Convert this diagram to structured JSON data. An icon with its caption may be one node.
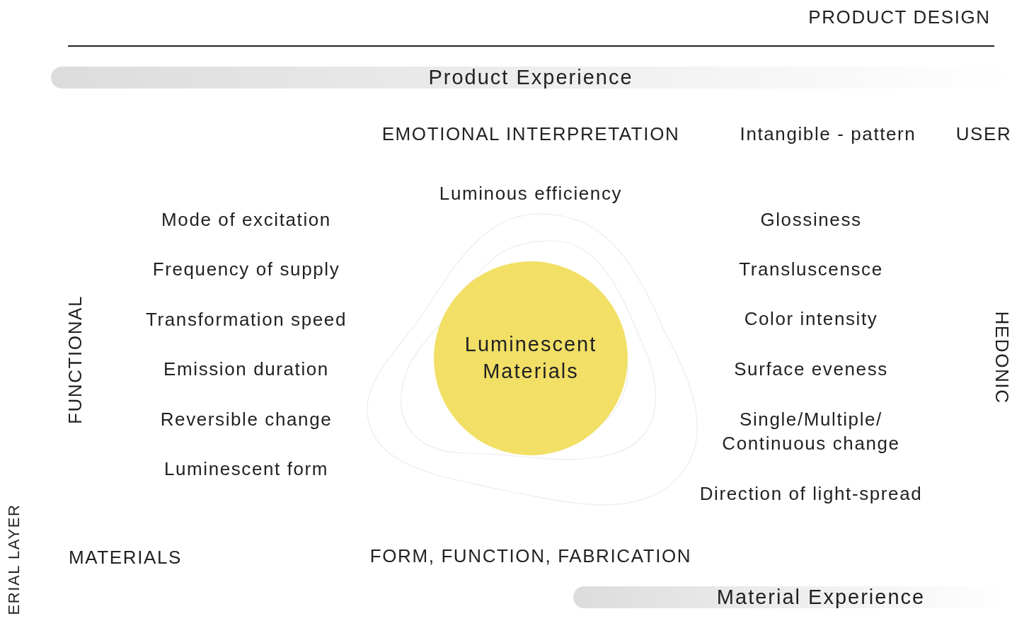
{
  "diagram": {
    "nodes": [
      {
        "text": [
          "Product Experience"
        ]
      },
      {
        "text": [
          "Luminescent Materials"
        ]
      },
      {
        "text": [
          "Material Experience"
        ]
      }
    ],
    "labels": [
      "PRODUCT DESIGN",
      "EMOTIONAL INTERPRETATION",
      "Intangible - pattern",
      "USER",
      "Luminous efficiency",
      "Mode of excitation",
      "Glossiness",
      "Frequency of supply",
      "Transluscensce",
      "FUNCTIONAL",
      "Transformation speed",
      "Color intensity",
      "HEDONIC",
      "Emission duration",
      "Surface eveness",
      "Reversible change",
      "Single/Multiple/ Continuous change",
      "Luminescent form",
      "Direction of light-spread",
      "ERIAL LAYER",
      "MATERIALS",
      "FORM, FUNCTION, FABRICATION"
    ]
  }
}
